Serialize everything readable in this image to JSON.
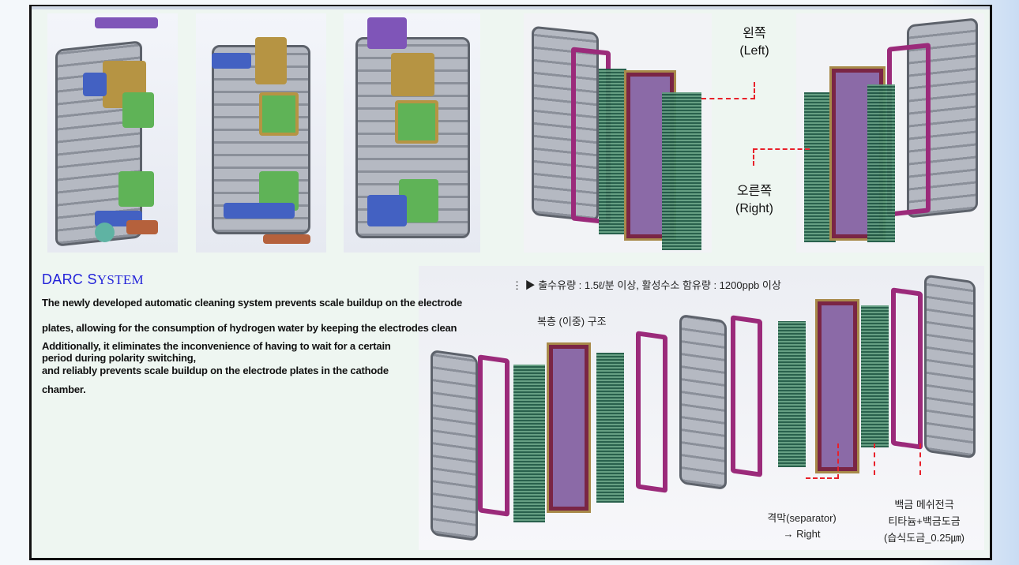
{
  "top_labels": {
    "left_ko": "왼쪽",
    "left_en": "(Left)",
    "right_ko": "오른쪽",
    "right_en": "(Right)"
  },
  "section": {
    "title_prefix": "DARC S",
    "title_rest": "YSTEM",
    "lines": [
      "The newly developed automatic cleaning system prevents scale buildup on the electrode",
      "plates, allowing for the consumption of hydrogen water by keeping the electrodes clean",
      "Additionally, it eliminates the inconvenience of having to wait for a certain",
      "period during polarity switching,",
      "and reliably prevents scale buildup on the electrode plates in the cathode",
      "chamber."
    ]
  },
  "diagram": {
    "spec": "⋮ ▶ 출수유량 : 1.5ℓ/분 이상, 활성수소 함유량 : 1200ppb 이상",
    "structure": "복층 (이중) 구조",
    "separator_1": "격막(separator)",
    "separator_2": "→ Right",
    "mesh_1": "백금 메쉬전극",
    "mesh_2": "티타늄+백금도금",
    "mesh_3": "(습식도금_0.25㎛)"
  },
  "colors": {
    "title": "#2323d9",
    "arrow": "#e8202a",
    "background": "#eef6f1"
  }
}
